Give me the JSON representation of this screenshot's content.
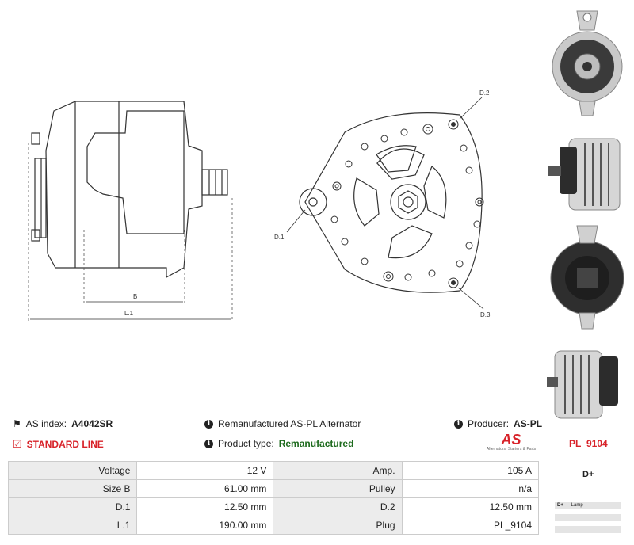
{
  "header": {
    "as_index_label": "AS index:",
    "as_index_value": "A4042SR",
    "description": "Remanufactured AS-PL Alternator",
    "producer_label": "Producer:",
    "producer_value": "AS-PL",
    "line_label": "STANDARD LINE",
    "product_type_label": "Product type:",
    "product_type_value": "Remanufactured",
    "plug_code": "PL_9104"
  },
  "logo": {
    "text": "AS",
    "tagline": "Alternators, Starters & Parts"
  },
  "drawing": {
    "b_label": "B",
    "l1_label": "L.1",
    "d1_label": "D.1",
    "d2_label": "D.2",
    "d3_label": "D.3"
  },
  "specs": [
    {
      "l1": "Voltage",
      "v1": "12 V",
      "l2": "Amp.",
      "v2": "105 A"
    },
    {
      "l1": "Size B",
      "v1": "61.00 mm",
      "l2": "Pulley",
      "v2": "n/a"
    },
    {
      "l1": "D.1",
      "v1": "12.50 mm",
      "l2": "D.2",
      "v2": "12.50 mm"
    },
    {
      "l1": "L.1",
      "v1": "190.00 mm",
      "l2": "Plug",
      "v2": "PL_9104"
    }
  ],
  "connector": {
    "title": "D+",
    "rows": [
      {
        "pin": "D+",
        "name": "Lamp"
      },
      {
        "pin": "",
        "name": ""
      },
      {
        "pin": "",
        "name": ""
      }
    ]
  },
  "colors": {
    "red": "#d8232a",
    "green": "#1e6b1e",
    "table_label_bg": "#ececec"
  },
  "photos": [
    "alternator-front-photo",
    "alternator-side-photo",
    "alternator-rear-photo",
    "alternator-side2-photo"
  ]
}
